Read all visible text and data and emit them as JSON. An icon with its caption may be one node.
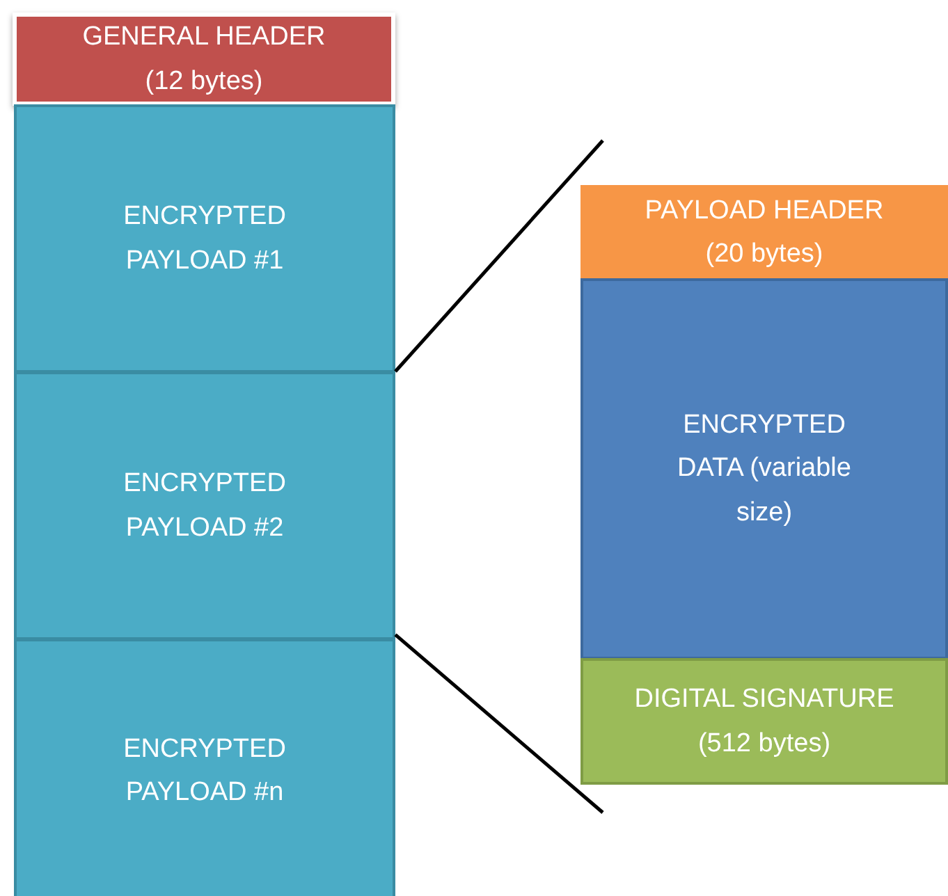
{
  "diagram": {
    "nodes": [
      {
        "text": [
          "GENERAL HEADER (12 bytes)"
        ]
      },
      {
        "text": [
          "ENCRYPTED PAYLOAD #1"
        ]
      },
      {
        "text": [
          "ENCRYPTED PAYLOAD #2"
        ]
      },
      {
        "text": [
          "ENCRYPTED PAYLOAD #n"
        ]
      },
      {
        "text": [
          "PAYLOAD HEADER (20 bytes)"
        ]
      },
      {
        "text": [
          "ENCRYPTED DATA (variable size)"
        ]
      },
      {
        "text": [
          "DIGITAL SIGNATURE (512 bytes)"
        ]
      }
    ],
    "edges": [
      {
        "from": 2,
        "to": null,
        "arrow": "none"
      },
      {
        "from": 2,
        "to": null,
        "arrow": "none"
      }
    ]
  }
}
